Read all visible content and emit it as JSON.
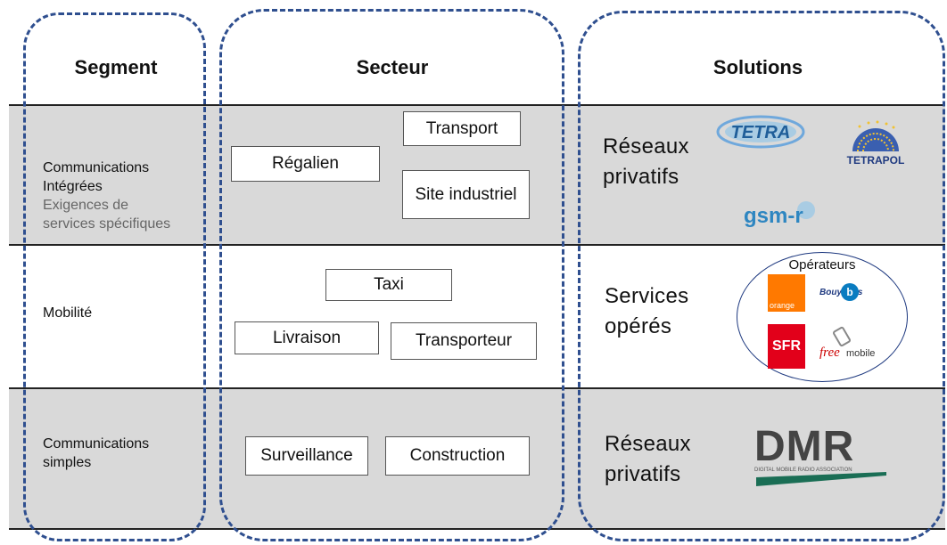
{
  "headers": {
    "segment": "Segment",
    "secteur": "Secteur",
    "solutions": "Solutions"
  },
  "rows": [
    {
      "segment_lines": [
        "Communications",
        "Intégrées"
      ],
      "segment_sub": [
        "Exigences de",
        "services spécifiques"
      ],
      "sectors": [
        "Transport",
        "Régalien",
        "Site industriel"
      ],
      "solution": [
        "Réseaux",
        "privatifs"
      ]
    },
    {
      "segment_lines": [
        "Mobilité"
      ],
      "sectors": [
        "Taxi",
        "Livraison",
        "Transporteur"
      ],
      "solution": [
        "Services",
        "opérés"
      ]
    },
    {
      "segment_lines": [
        "Communications",
        "simples"
      ],
      "sectors": [
        "Surveillance",
        "Construction"
      ],
      "solution": [
        "Réseaux",
        "privatifs"
      ]
    }
  ],
  "logos": {
    "tetra": "TETRA",
    "tetrapol": "TETRAPOL",
    "gsmr": "gsm-r",
    "operators_title": "Opérateurs",
    "orange": "orange",
    "bouygues": "Bouygues",
    "sfr": "SFR",
    "free": "free",
    "free_suffix": "mobile",
    "dmr": "DMR",
    "dmr_tagline": "DIGITAL MOBILE RADIO ASSOCIATION"
  },
  "colors": {
    "dash": "#2f4f8f",
    "band": "#d9d9d9",
    "orange": "#ff7900",
    "sfr": "#e2001a",
    "dmr_green": "#1a6e55"
  }
}
